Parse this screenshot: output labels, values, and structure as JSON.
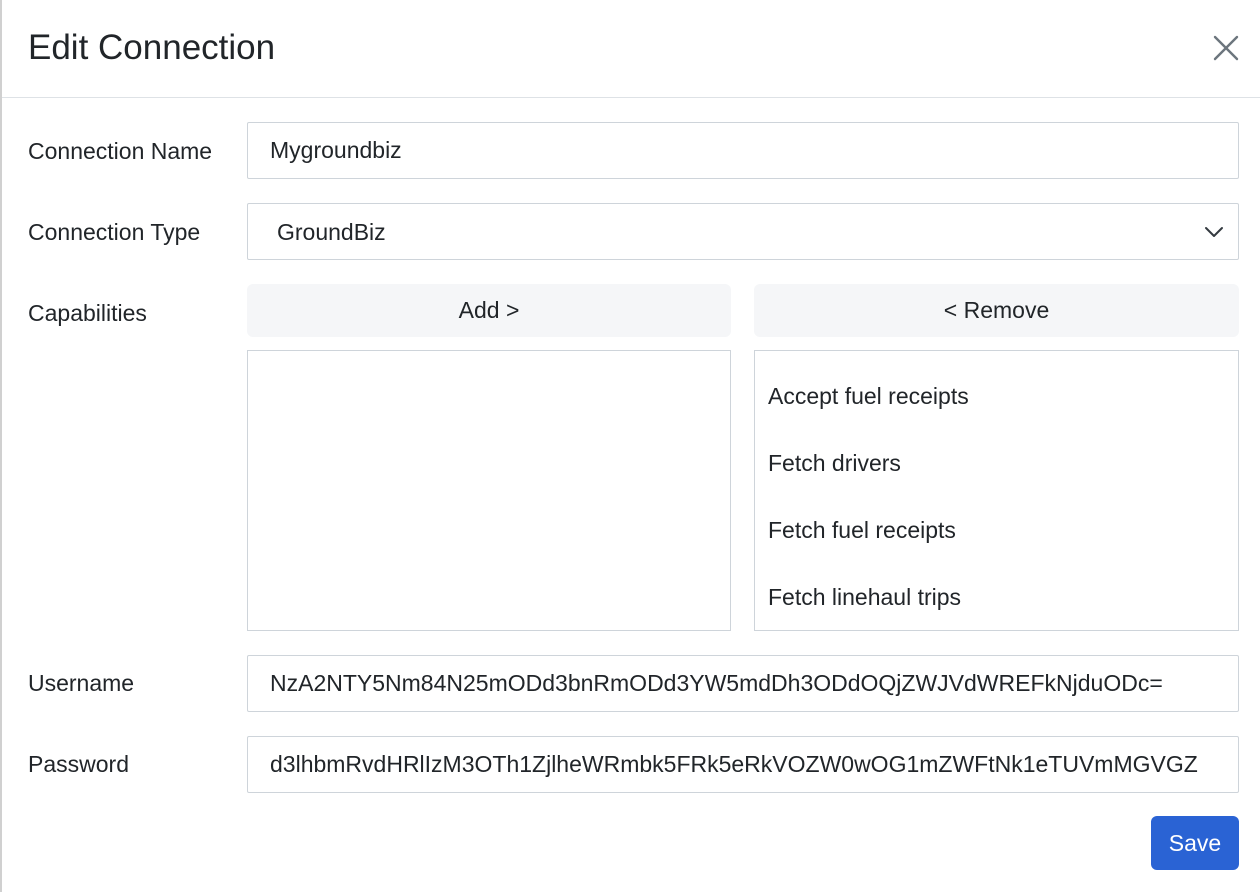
{
  "dialog": {
    "title": "Edit Connection",
    "close_icon": "close-icon"
  },
  "form": {
    "connection_name": {
      "label": "Connection Name",
      "value": "Mygroundbiz"
    },
    "connection_type": {
      "label": "Connection Type",
      "value": "GroundBiz",
      "icon": "chevron-down-icon"
    },
    "capabilities": {
      "label": "Capabilities",
      "add_label": "Add >",
      "remove_label": "< Remove",
      "available": [],
      "selected": [
        "Accept fuel receipts",
        "Fetch drivers",
        "Fetch fuel receipts",
        "Fetch linehaul trips"
      ]
    },
    "username": {
      "label": "Username",
      "value": "NzA2NTY5Nm84N25mODd3bnRmODd3YW5mdDh3ODdOQjZWJVdWREFkNjduODc="
    },
    "password": {
      "label": "Password",
      "value": "d3lhbmRvdHRlIzM3OTh1ZjlheWRmbk5FRk5eRkVOZW0wOG1mZWFtNk1eTUVmMGVGZ"
    }
  },
  "footer": {
    "save_label": "Save"
  },
  "colors": {
    "primary": "#2a63d4",
    "border": "#ced4da",
    "button_bg": "#f5f6f8"
  }
}
